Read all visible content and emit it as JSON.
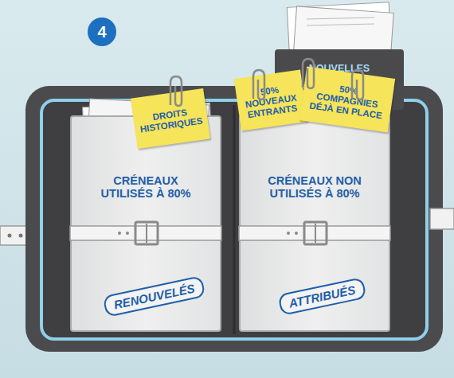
{
  "diagram": {
    "nodes": [
      {
        "text": [
          "4"
        ]
      },
      {
        "text": [
          "NOUVELLES CAPACITÉS AÉROPORTUAIRES"
        ]
      },
      {
        "text": [
          "CRÉNEAUX UTILISÉS À 80%"
        ]
      },
      {
        "text": [
          "DROITS HISTORIQUES"
        ],
        "in": 2
      },
      {
        "text": [
          "RENOUVELÉS"
        ],
        "in": 2
      },
      {
        "text": [
          "CRÉNEAUX NON UTILISÉS À 80%"
        ]
      },
      {
        "text": [
          "50% NOUVEAUX ENTRANTS"
        ],
        "in": 5
      },
      {
        "text": [
          "50% COMPAGNIES DÉJÀ EN PLACE"
        ],
        "in": 5
      },
      {
        "text": [
          "ATTRIBUÉS"
        ],
        "in": 5
      }
    ]
  }
}
